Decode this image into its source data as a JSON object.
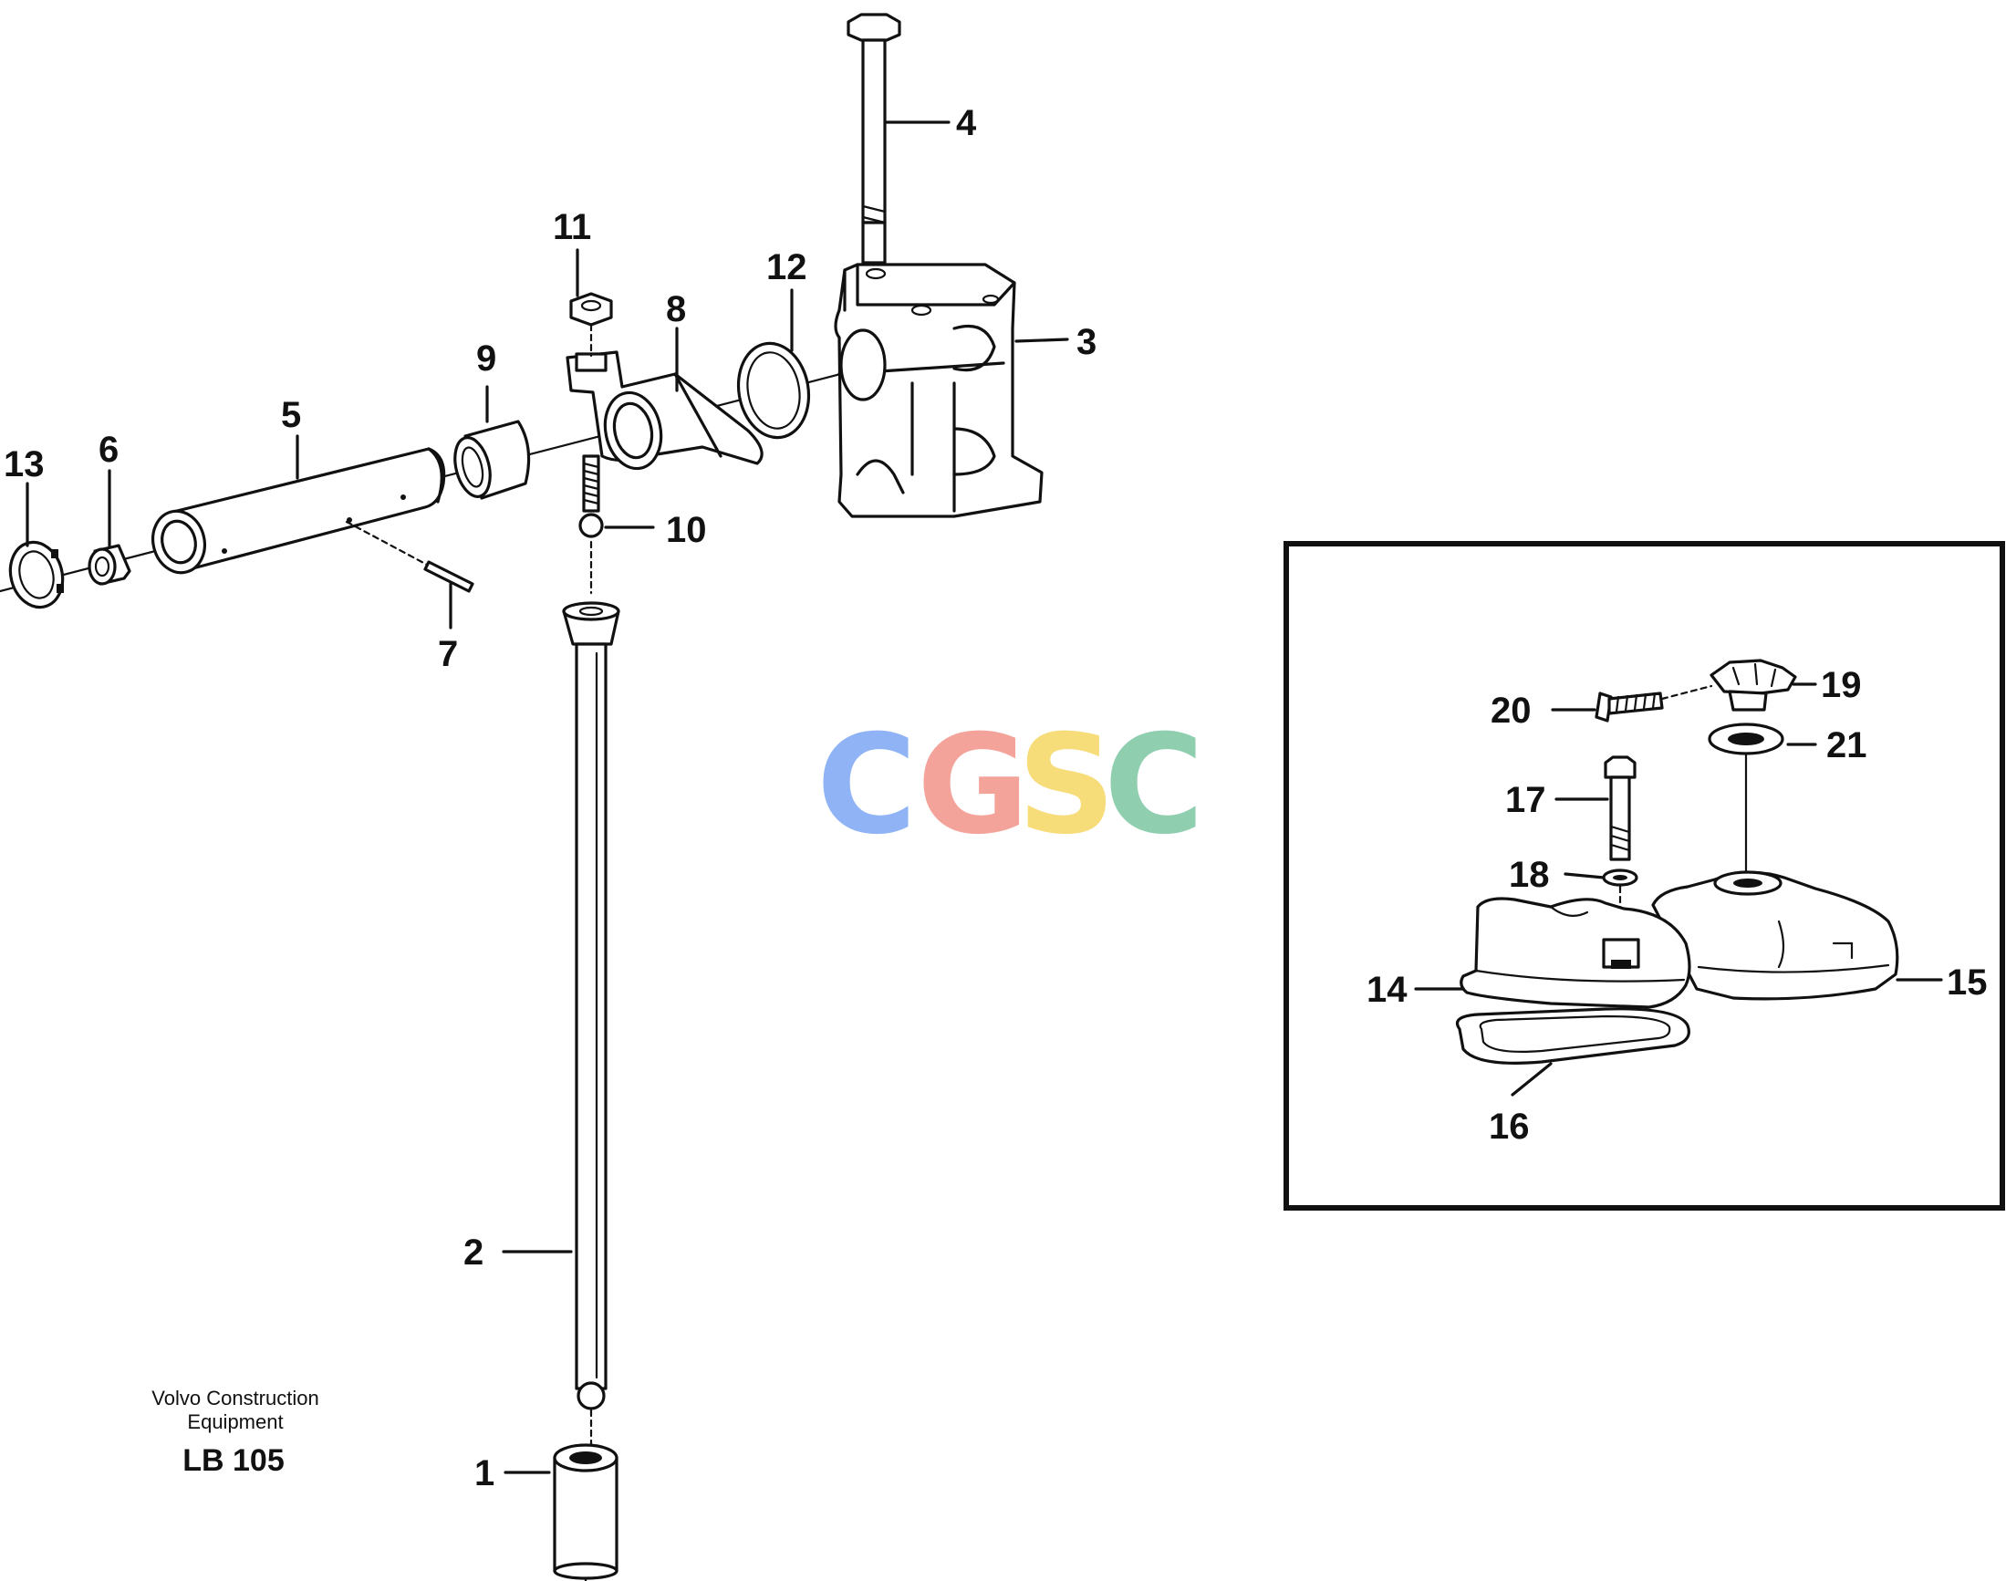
{
  "callouts": [
    {
      "id": "1",
      "label": "1"
    },
    {
      "id": "2",
      "label": "2"
    },
    {
      "id": "3",
      "label": "3"
    },
    {
      "id": "4",
      "label": "4"
    },
    {
      "id": "5",
      "label": "5"
    },
    {
      "id": "6",
      "label": "6"
    },
    {
      "id": "7",
      "label": "7"
    },
    {
      "id": "8",
      "label": "8"
    },
    {
      "id": "9",
      "label": "9"
    },
    {
      "id": "10",
      "label": "10"
    },
    {
      "id": "11",
      "label": "11"
    },
    {
      "id": "12",
      "label": "12"
    },
    {
      "id": "13",
      "label": "13"
    },
    {
      "id": "14",
      "label": "14"
    },
    {
      "id": "15",
      "label": "15"
    },
    {
      "id": "16",
      "label": "16"
    },
    {
      "id": "17",
      "label": "17"
    },
    {
      "id": "18",
      "label": "18"
    },
    {
      "id": "19",
      "label": "19"
    },
    {
      "id": "20",
      "label": "20"
    },
    {
      "id": "21",
      "label": "21"
    }
  ],
  "footer": {
    "company_line1": "Volvo Construction",
    "company_line2": "Equipment",
    "code": "LB 105"
  },
  "watermark": {
    "letters": [
      "C",
      "G",
      "S",
      "C"
    ],
    "colors": [
      "#8fb3f5",
      "#f4a39b",
      "#f7dc7a",
      "#8fcfb0"
    ]
  }
}
